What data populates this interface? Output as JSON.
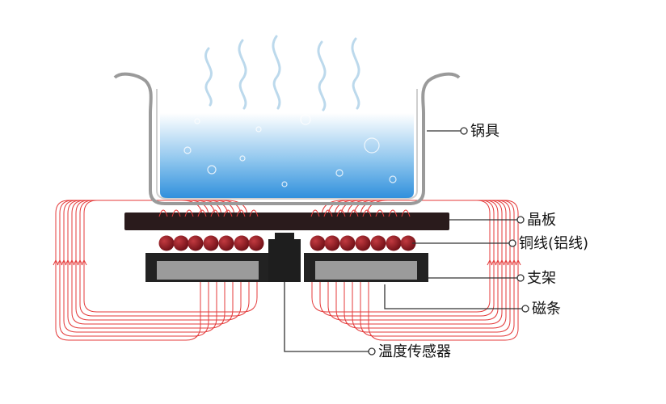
{
  "labels": {
    "pot": "锅具",
    "crystal_plate": "晶板",
    "copper_wire": "铜线(铝线)",
    "bracket": "支架",
    "magnetic_strip": "磁条",
    "temperature_sensor": "温度传感器"
  },
  "colors": {
    "pot_outline": "#9a9a9a",
    "water_top": "#ffffff",
    "water_bottom": "#2f8fdc",
    "steam": "#bcd9ec",
    "plate": "#2a1b1c",
    "coil": "#8a1a22",
    "field_line": "#e43a3a",
    "bracket": "#222222",
    "magnet": "#9b9b9b",
    "leader": "#333333"
  }
}
